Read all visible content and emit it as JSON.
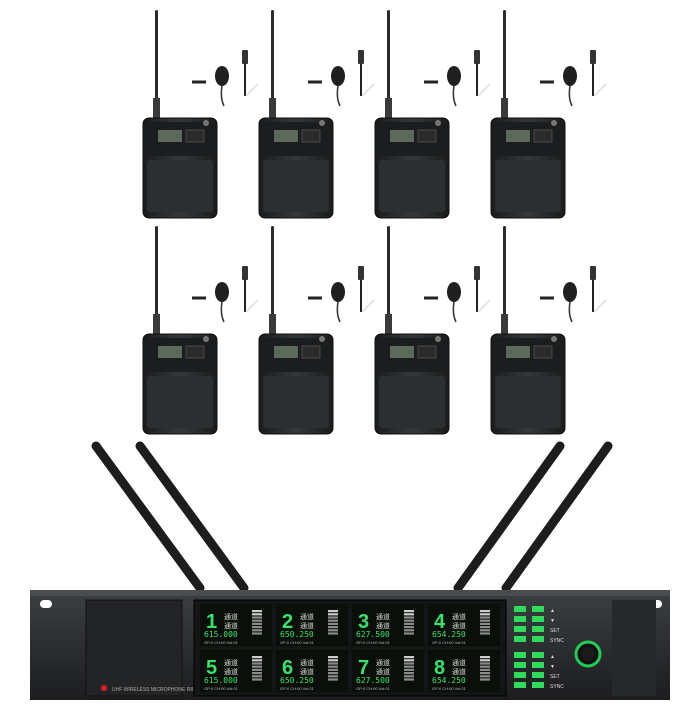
{
  "receiver": {
    "brand_text": "UHF WIRELESS MICROPHONE",
    "model_text": "R8",
    "power_led_color": "#e02020",
    "power_button_color": "#22cc55",
    "channels": [
      {
        "number": "1",
        "freq": "615.000",
        "label": "通道",
        "sub": "GP:0 CH:00 Vol:01"
      },
      {
        "number": "2",
        "freq": "650.250",
        "label": "通道",
        "sub": "GP:0 CH:00 Vol:01"
      },
      {
        "number": "3",
        "freq": "627.500",
        "label": "通道",
        "sub": "GP:0 CH:00 Vol:01"
      },
      {
        "number": "4",
        "freq": "654.250",
        "label": "通道",
        "sub": "GP:0 CH:00 Vol:01"
      },
      {
        "number": "5",
        "freq": "615.000",
        "label": "通道",
        "sub": "GP:0 CH:00 Vol:01"
      },
      {
        "number": "6",
        "freq": "650.250",
        "label": "通道",
        "sub": "GP:0 CH:00 Vol:01"
      },
      {
        "number": "7",
        "freq": "627.500",
        "label": "通道",
        "sub": "GP:0 CH:00 Vol:01"
      },
      {
        "number": "8",
        "freq": "654.250",
        "label": "通道",
        "sub": "GP:0 CH:00 Vol:01"
      }
    ],
    "buttons_top": [
      "▲",
      "▼",
      "SET",
      "SYNC"
    ],
    "buttons_bottom": [
      "▲",
      "▼",
      "SET",
      "SYNC"
    ]
  },
  "colors": {
    "body": "#2a2c2e",
    "lcd": "#0a0f0a",
    "lcd_green": "#39e36a",
    "accent_green": "#2fdc5a"
  },
  "transmitter_count": 8
}
